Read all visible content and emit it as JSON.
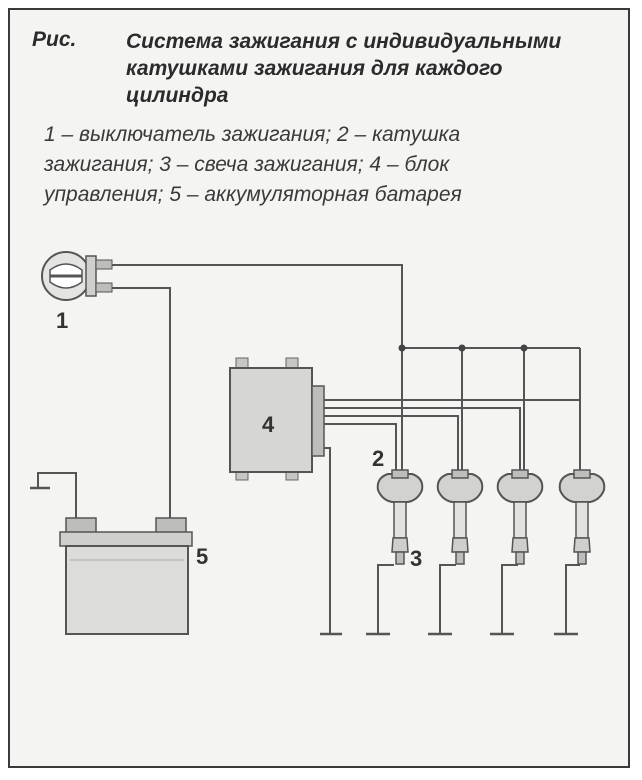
{
  "caption": {
    "label": "Рис.",
    "title": "Система зажигания с индивидуальными катушками зажигания для каждого цилиндра"
  },
  "legend": "1 – выключатель зажигания; 2 – катушка зажигания; 3 – свеча зажигания; 4 – блок управления; 5 – аккумуляторная батарея",
  "callouts": {
    "switch": "1",
    "coil": "2",
    "plug": "3",
    "control_unit": "4",
    "battery": "5"
  },
  "colors": {
    "wire": "#555555",
    "component_fill": "#d6d6d4",
    "frame": "#3a3a3a"
  }
}
